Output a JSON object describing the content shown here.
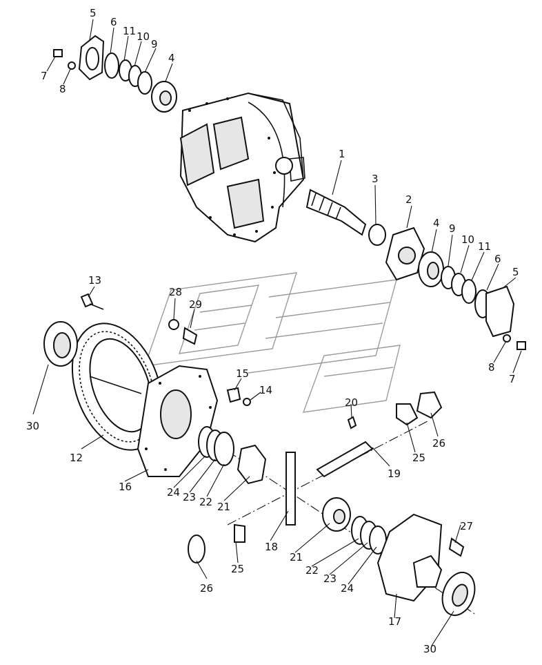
{
  "diagram": {
    "callouts": [
      {
        "id": "c5a",
        "label": "5"
      },
      {
        "id": "c6a",
        "label": "6"
      },
      {
        "id": "c11a",
        "label": "11"
      },
      {
        "id": "c10a",
        "label": "10"
      },
      {
        "id": "c9a",
        "label": "9"
      },
      {
        "id": "c4a",
        "label": "4"
      },
      {
        "id": "c7a",
        "label": "7"
      },
      {
        "id": "c8a",
        "label": "8"
      },
      {
        "id": "c1",
        "label": "1"
      },
      {
        "id": "c3",
        "label": "3"
      },
      {
        "id": "c2",
        "label": "2"
      },
      {
        "id": "c4b",
        "label": "4"
      },
      {
        "id": "c9b",
        "label": "9"
      },
      {
        "id": "c10b",
        "label": "10"
      },
      {
        "id": "c11b",
        "label": "11"
      },
      {
        "id": "c6b",
        "label": "6"
      },
      {
        "id": "c5b",
        "label": "5"
      },
      {
        "id": "c8b",
        "label": "8"
      },
      {
        "id": "c7b",
        "label": "7"
      },
      {
        "id": "c13",
        "label": "13"
      },
      {
        "id": "c28",
        "label": "28"
      },
      {
        "id": "c29",
        "label": "29"
      },
      {
        "id": "c30a",
        "label": "30"
      },
      {
        "id": "c12",
        "label": "12"
      },
      {
        "id": "c15",
        "label": "15"
      },
      {
        "id": "c14",
        "label": "14"
      },
      {
        "id": "c16",
        "label": "16"
      },
      {
        "id": "c24a",
        "label": "24"
      },
      {
        "id": "c23a",
        "label": "23"
      },
      {
        "id": "c22a",
        "label": "22"
      },
      {
        "id": "c21a",
        "label": "21"
      },
      {
        "id": "c20",
        "label": "20"
      },
      {
        "id": "c19",
        "label": "19"
      },
      {
        "id": "c25a",
        "label": "25"
      },
      {
        "id": "c26a",
        "label": "26"
      },
      {
        "id": "c18",
        "label": "18"
      },
      {
        "id": "c21b",
        "label": "21"
      },
      {
        "id": "c22b",
        "label": "22"
      },
      {
        "id": "c23b",
        "label": "23"
      },
      {
        "id": "c24b",
        "label": "24"
      },
      {
        "id": "c27",
        "label": "27"
      },
      {
        "id": "c25b",
        "label": "25"
      },
      {
        "id": "c26b",
        "label": "26"
      },
      {
        "id": "c17",
        "label": "17"
      },
      {
        "id": "c30b",
        "label": "30"
      }
    ]
  }
}
